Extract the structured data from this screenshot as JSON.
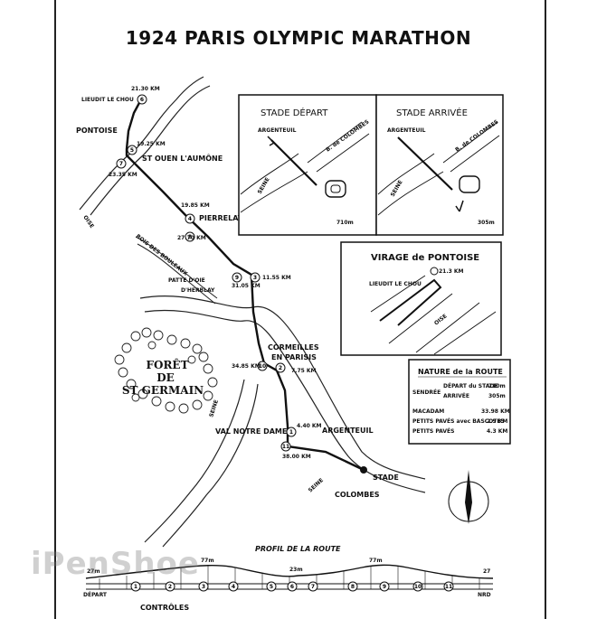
{
  "title": "1924 PARIS OLYMPIC MARATHON",
  "watermark": "iPenShoe",
  "places": {
    "lieudit": "LIEUDIT LE CHOU",
    "pontoise": "PONTOISE",
    "st_ouen": "ST OUEN L'AUMÔNE",
    "pierrelaye": "PIERRELAYE",
    "patte_doie_1": "PATTE D'OIE",
    "patte_doie_2": "D'HERBLAY",
    "cormeilles_1": "CORMEILLES",
    "cormeilles_2": "EN PARISIS",
    "val": "VAL NOTRE DAME",
    "argenteuil": "ARGENTEUIL",
    "stade": "STADE",
    "colombes": "COLOMBES",
    "foret_1": "FORÊT",
    "foret_2": "DE",
    "foret_3": "ST GERMAIN",
    "oise": "OISE",
    "seine_1": "SEINE",
    "seine_2": "SEINE",
    "bois": "BOIS DES BOULEAUX"
  },
  "distances": {
    "d1": "21.30 KM",
    "d2": "19.25 KM",
    "d3": "23.35 KM",
    "d4": "19.85 KM",
    "d5": "27.70 KM",
    "d6": "11.55 KM",
    "d7": "31.05 KM",
    "d8": "34.85 KM",
    "d9": "7.75 KM",
    "d10": "4.40 KM",
    "d11": "38.00 KM"
  },
  "insets": {
    "depart": {
      "title": "STADE DÉPART",
      "argenteuil": "ARGENTEUIL",
      "road": "B. de COLOMBES",
      "seine": "SEINE",
      "dist": "710m"
    },
    "arrivee": {
      "title": "STADE ARRIVÉE",
      "argenteuil": "ARGENTEUIL",
      "road": "B. de COLOMBES",
      "seine": "SEINE",
      "dist": "305m"
    },
    "virage": {
      "title": "VIRAGE de PONTOISE",
      "lieudit": "LIEUDIT LE CHOU",
      "oise": "OISE",
      "dist": "21.3 KM"
    }
  },
  "nature": {
    "title": "NATURE de la ROUTE",
    "rows": [
      {
        "label": "SENDRÉE",
        "sub": "DÉPART du STADE",
        "value": "710m"
      },
      {
        "label": "",
        "sub": "ARRIVÉE",
        "value": "305m"
      },
      {
        "label": "MACADAM",
        "sub": "",
        "value": "33.98 KM"
      },
      {
        "label": "PETITS PAVÉS avec BASCOTES",
        "sub": "",
        "value": "2.9 KM"
      },
      {
        "label": "PETITS PAVÉS",
        "sub": "",
        "value": "4.3 KM"
      }
    ]
  },
  "profile": {
    "title": "PROFIL DE LA ROUTE",
    "start_label": "DÉPART",
    "end_label": "NRD",
    "controls_label": "CONTRÔLES",
    "heights": {
      "start": "27m",
      "peak1": "77m",
      "mid": "23m",
      "peak2": "77m",
      "end": "27"
    },
    "controls": [
      "1",
      "2",
      "3",
      "4",
      "5",
      "6",
      "7",
      "8",
      "9",
      "10",
      "11"
    ]
  }
}
